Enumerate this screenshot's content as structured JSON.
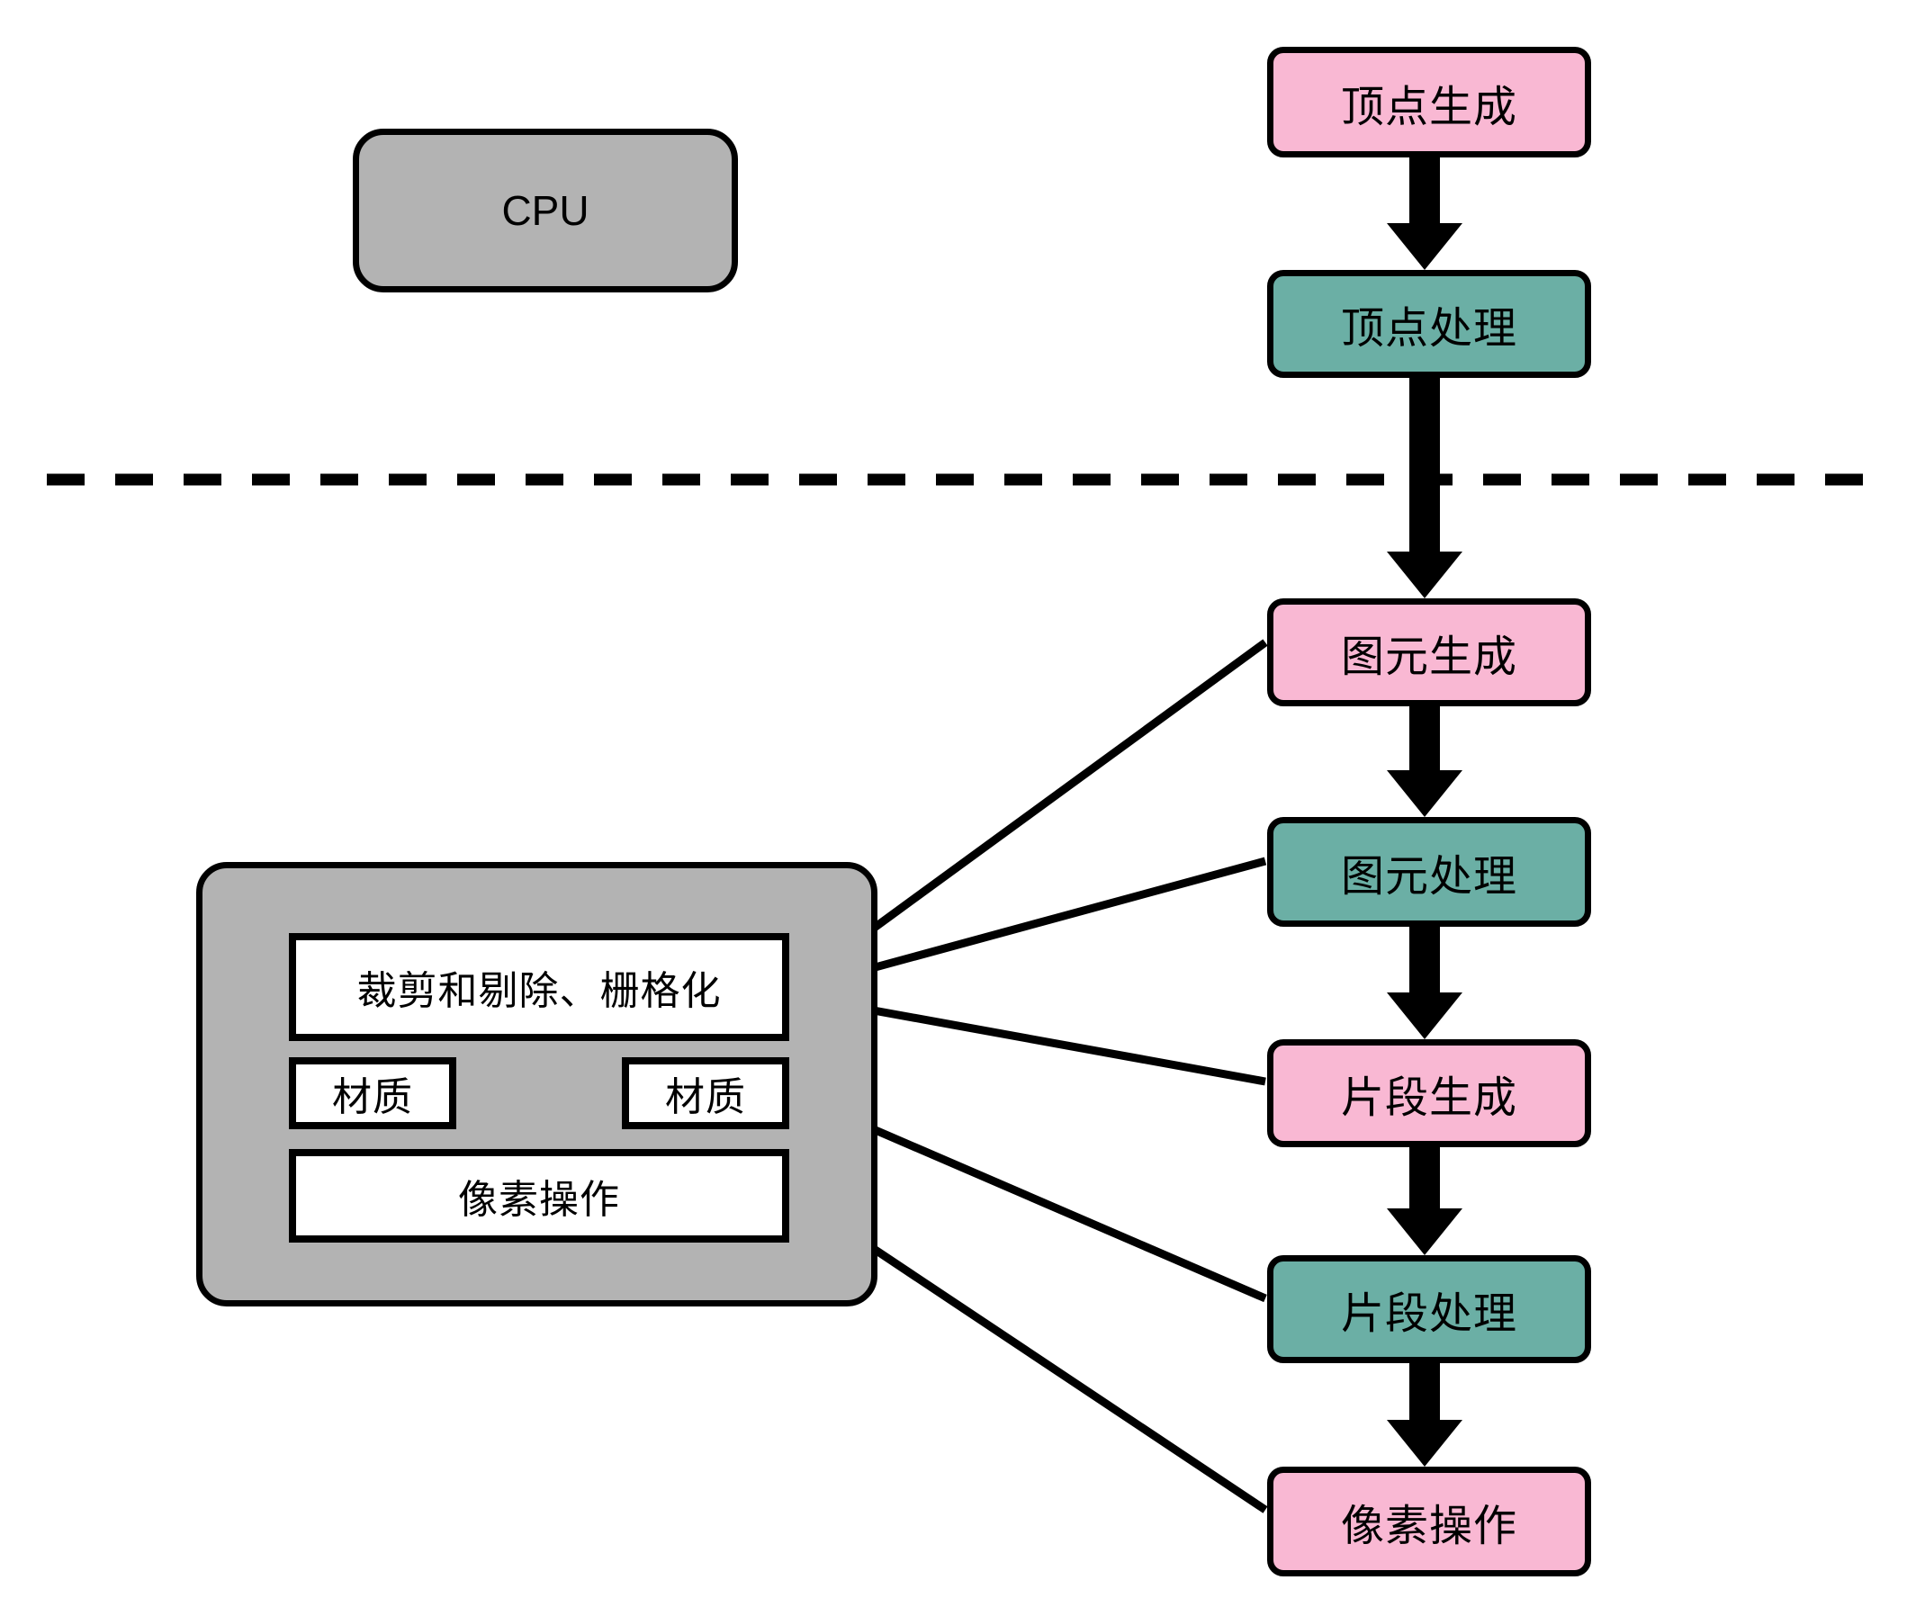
{
  "diagram": {
    "title_text": "",
    "colors": {
      "pink": "#F9B8D3",
      "teal": "#6BAFA5",
      "gray": "#B3B3B3",
      "white": "#FFFFFF",
      "stroke": "#000000",
      "background": "#FFFFFF"
    }
  },
  "cpu": {
    "label": "CPU"
  },
  "gpu": {
    "blocks": [
      {
        "label": "裁剪和剔除、栅格化"
      },
      {
        "label": "材质"
      },
      {
        "label": "材质"
      },
      {
        "label": "像素操作"
      }
    ]
  },
  "pipeline": {
    "stages": [
      {
        "label": "顶点生成",
        "kind": "generation"
      },
      {
        "label": "顶点处理",
        "kind": "processing"
      },
      {
        "label": "图元生成",
        "kind": "generation"
      },
      {
        "label": "图元处理",
        "kind": "processing"
      },
      {
        "label": "片段生成",
        "kind": "generation"
      },
      {
        "label": "片段处理",
        "kind": "processing"
      },
      {
        "label": "像素操作",
        "kind": "generation"
      }
    ]
  },
  "separator": {
    "style": "dashed",
    "orientation": "horizontal"
  },
  "mappings": [
    {
      "from": "图元生成",
      "to": "裁剪和剔除、栅格化"
    },
    {
      "from": "图元处理",
      "to": "裁剪和剔除、栅格化"
    },
    {
      "from": "片段生成",
      "to": "裁剪和剔除、栅格化"
    },
    {
      "from": "片段处理",
      "to": "材质"
    },
    {
      "from": "像素操作",
      "to": "像素操作"
    }
  ]
}
